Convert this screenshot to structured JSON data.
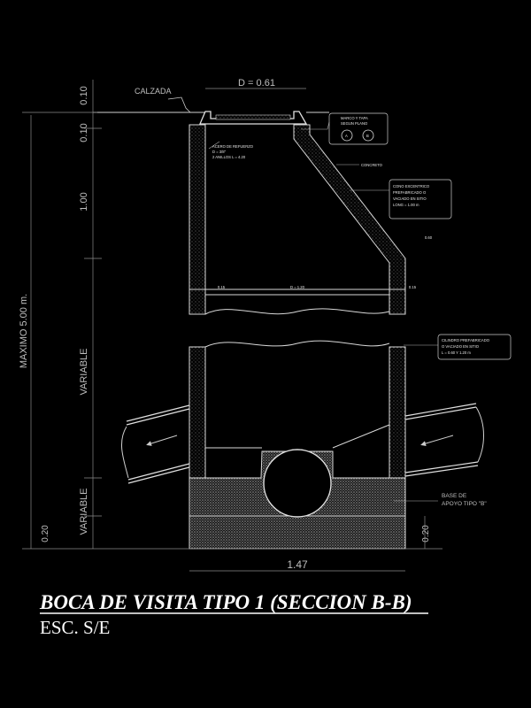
{
  "drawing": {
    "title": "BOCA DE VISITA TIPO 1 (SECCION B-B)",
    "scale": "ESC. S/E",
    "colors": {
      "background": "#000000",
      "lines": "#d9d9d9",
      "dimension": "#bfbfbf",
      "fill": "#8c8c8c"
    }
  },
  "dimensions": {
    "top_width": "D = 0.61",
    "bottom_width": "1.47",
    "frame_height": "0.10",
    "slab_height": "0.10",
    "cone_height": "1.00",
    "max_depth": "MAXIMO 5.00 m.",
    "variable_upper": "VARIABLE",
    "variable_lower": "VARIABLE",
    "base_left": "0.20",
    "base_right": "0.20",
    "inner_width": "D = 1.20",
    "wall_left": "0.15",
    "wall_right": "0.15",
    "step_top": "0.60"
  },
  "labels": {
    "calzada": "CALZADA",
    "marco_tapa": "MARCO Y TAPA",
    "marco_tapa_2": "SEGUN PLANO",
    "ring_left": "A",
    "ring_right": "B",
    "acero": "ACERO DE REFUERZO",
    "acero_2": "D = 3/8\"",
    "acero_3": "2 ANILLOS  L = 4.20",
    "concreto": "CONCRETO",
    "cono": "CONO EXCENTRICO",
    "cono_2": "PREFABRICADO O",
    "cono_3": "VACIADO EN SITIO",
    "cono_4": "LONG = 1.00 m",
    "cilindro": "CILINDRO PREFABRICADO",
    "cilindro_2": "O VACIADO EN SITIO",
    "cilindro_3": "L = 0.60 Y 1.20 m",
    "base": "BASE DE",
    "base_2": "APOYO TIPO \"B\""
  }
}
